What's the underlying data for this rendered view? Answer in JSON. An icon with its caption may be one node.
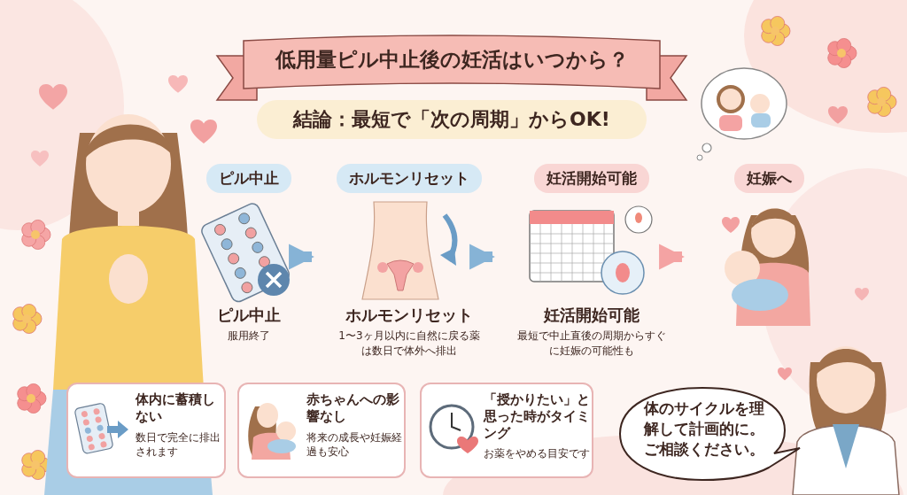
{
  "diagram": {
    "title": "低用量ピル中止後の妊活はいつから？",
    "nodes": [
      {
        "text": [
          "ピル中止",
          "ピル中止",
          "服用終了"
        ]
      },
      {
        "text": [
          "ホルモンリセット",
          "ホルモンリセット",
          "1〜3ヶ月以内に自然に戻る薬は数日で体外へ排出"
        ]
      },
      {
        "text": [
          "妊活開始可能",
          "妊活開始可能",
          "最短で中止直後の周期からすぐに妊娠の可能性も"
        ]
      },
      {
        "text": [
          "妊娠へ"
        ]
      },
      {
        "text": [
          "体内に蓄積しない",
          "数日で完全に排出されます"
        ]
      },
      {
        "text": [
          "赤ちゃんへの影響なし",
          "将来の成長や妊娠経過も安心"
        ]
      },
      {
        "text": [
          "「授かりたい」と思った時がタイミング",
          "お薬をやめる目安です"
        ]
      },
      {
        "text": [
          "体のサイクルを理解して計画的に。ご相談ください。"
        ]
      }
    ],
    "edges": [
      {
        "from": 0,
        "to": 1,
        "arrow": "to"
      },
      {
        "from": 1,
        "to": 2,
        "arrow": "to"
      },
      {
        "from": 2,
        "to": 3,
        "arrow": "to",
        "color": "#f4a3a3"
      }
    ],
    "labels": [
      "結論：最短で「次の周期」からOK!"
    ]
  }
}
